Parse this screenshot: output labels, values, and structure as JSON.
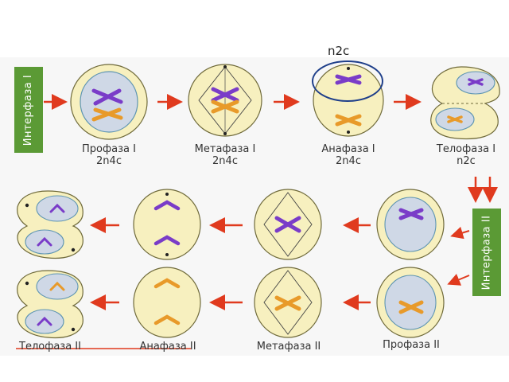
{
  "annotation": "n2c",
  "interphase_1": "Интерфаза I",
  "interphase_2": "Интерфаза II",
  "stages_row1": [
    {
      "name": "Профаза I",
      "formula": "2n4c"
    },
    {
      "name": "Метафаза I",
      "formula": "2n4c"
    },
    {
      "name": "Анафаза I",
      "formula": "2n4c"
    },
    {
      "name": "Телофаза I",
      "formula": "n2c"
    }
  ],
  "stages_row2": [
    "Телофаза II",
    "Анафаза II",
    "Метафаза II",
    "Профаза II"
  ],
  "colors": {
    "cell": "#f7f0bf",
    "cell_border": "#6f6a3a",
    "nucleus": "#cfd8e6",
    "nucleus_border": "#5e95b2",
    "purple": "#7a3cc8",
    "orange": "#e89a2a",
    "arrow": "#e03a1e",
    "label_green": "#5b9a35",
    "ellipse_highlight": "#1f3f8a"
  }
}
